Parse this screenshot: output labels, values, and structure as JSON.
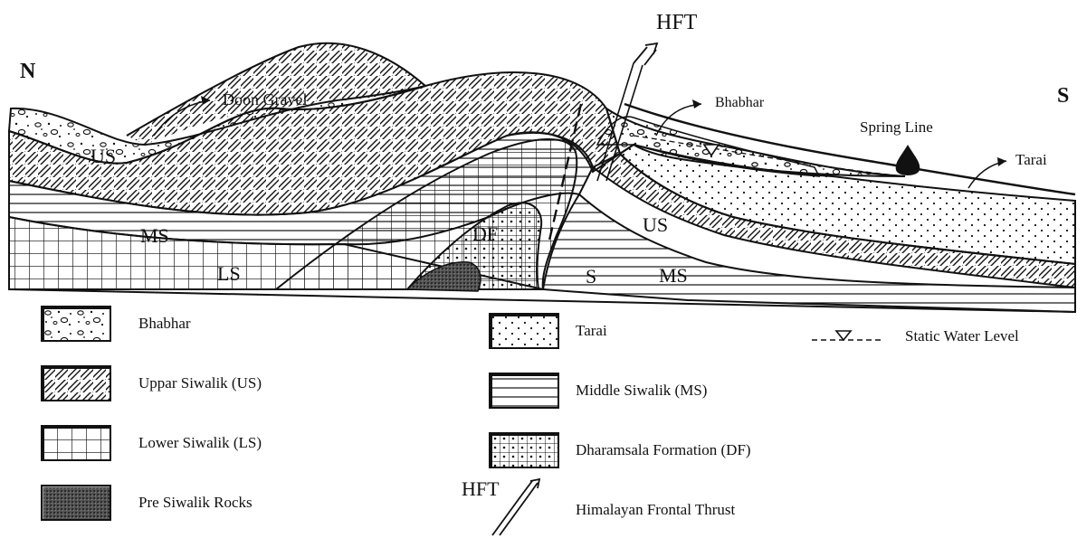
{
  "diagram": {
    "compass": {
      "north": "N",
      "south": "S"
    },
    "fault_label": "HFT",
    "annotations": {
      "doon_gravel": "Doon Gravel",
      "bhabhar": "Bhabhar",
      "spring_line": "Spring Line",
      "tarai": "Tarai"
    },
    "unit_labels": {
      "us_left": "US",
      "us_right": "US",
      "ms_left": "MS",
      "ms_right": "MS",
      "ls": "LS",
      "df": "DF",
      "s": "S"
    }
  },
  "legend": {
    "items": [
      {
        "key": "bhabhar",
        "label": "Bhabhar"
      },
      {
        "key": "tarai",
        "label": "Tarai"
      },
      {
        "key": "static_water_level",
        "label": "Static Water Level"
      },
      {
        "key": "upper_siwalik",
        "label": "Uppar Siwalik (US)"
      },
      {
        "key": "middle_siwalik",
        "label": "Middle Siwalik (MS)"
      },
      {
        "key": "lower_siwalik",
        "label": "Lower Siwalik (LS)"
      },
      {
        "key": "dharamsala",
        "label": "Dharamsala Formation (DF)"
      },
      {
        "key": "pre_siwalik",
        "label": "Pre Siwalik Rocks"
      },
      {
        "key": "hft",
        "label": "Himalayan Frontal Thrust",
        "symbol_label": "HFT"
      }
    ]
  }
}
